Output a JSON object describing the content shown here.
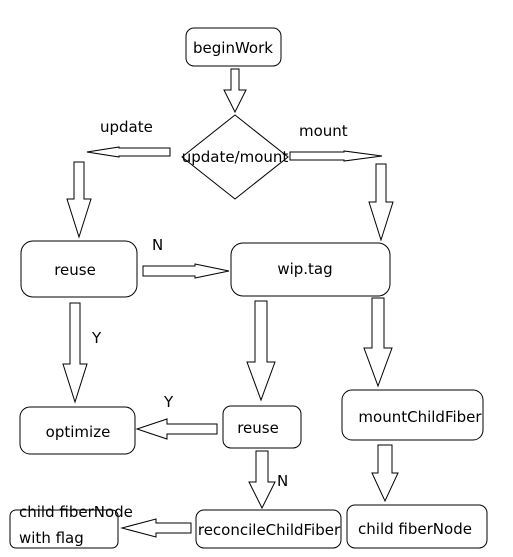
{
  "nodes": {
    "begin_work": "beginWork",
    "decision": "update/mount",
    "reuse_top": "reuse",
    "wip_tag": "wip.tag",
    "optimize": "optimize",
    "reuse_mid": "reuse",
    "mount_child_fiber": "mountChildFiber",
    "reconcile_child_fiber": "reconcileChildFiber",
    "child_fiber_node": "child fiberNode",
    "child_fiber_node_flag": [
      "child fiberNode",
      "with flag"
    ]
  },
  "edge_labels": {
    "update": "update",
    "mount": "mount",
    "reuse_no": "N",
    "reuse_yes": "Y",
    "reuse_mid_yes": "Y",
    "reuse_mid_no": "N"
  },
  "colors": {
    "stroke": "#000000",
    "fill": "#ffffff",
    "background": "#ffffff"
  }
}
